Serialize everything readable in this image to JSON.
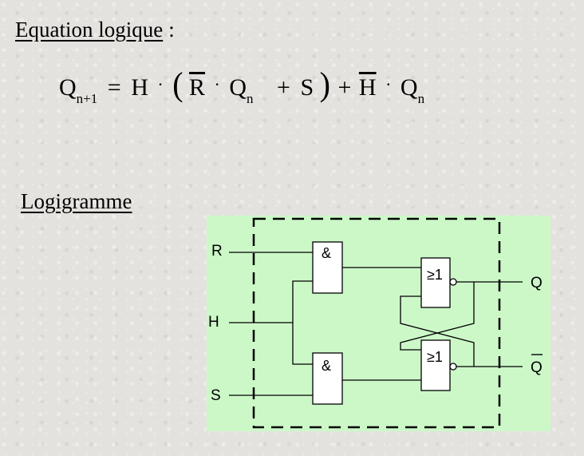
{
  "equation_section": {
    "heading": "Equation logique",
    "colon": ":",
    "lhs": "Q",
    "lhs_sub": "n+1",
    "equals": "=",
    "h": "H",
    "dot": "·",
    "open_paren": "(",
    "r_bar": "R",
    "q": "Q",
    "q_sub": "n",
    "plus": "+",
    "s": "S",
    "close_paren": ")",
    "h_bar": "H"
  },
  "logigramme_section": {
    "heading": "Logigramme",
    "inputs": [
      "R",
      "H",
      "S"
    ],
    "outputs": [
      "Q",
      "Q"
    ],
    "and_gate_label": "&",
    "nor_gate_label": "≥1",
    "colors": {
      "panel_background": "#ccf8c8",
      "wire": "#000000"
    }
  }
}
